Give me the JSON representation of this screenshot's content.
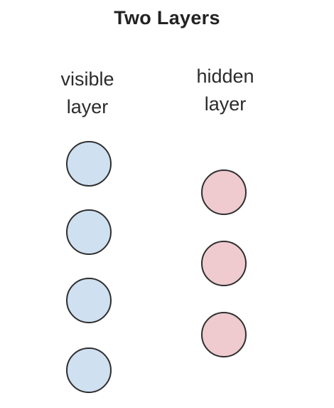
{
  "title": "Two Layers",
  "layers": {
    "visible": {
      "label_lines": [
        "visible",
        "layer"
      ],
      "node_count": 4,
      "color": "#cfe0f1"
    },
    "hidden": {
      "label_lines": [
        "hidden",
        "layer"
      ],
      "node_count": 3,
      "color": "#efcbd0"
    }
  },
  "colors": {
    "node_outline": "#2f2f2f",
    "text": "#222222"
  }
}
